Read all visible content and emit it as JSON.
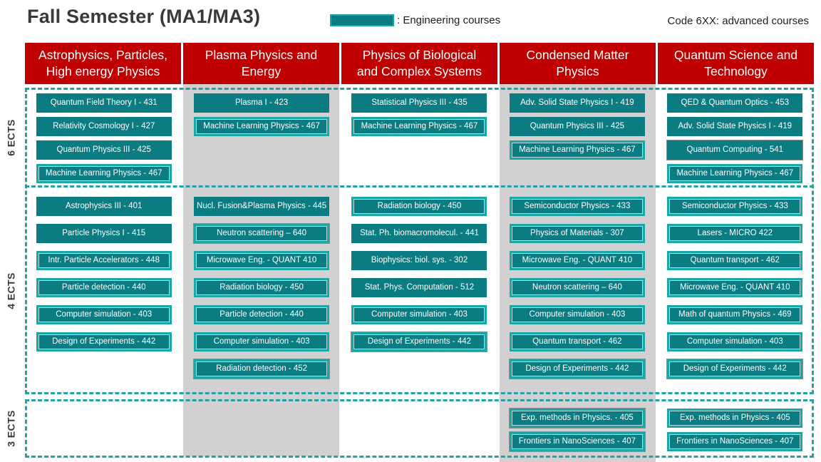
{
  "title": "Fall Semester (MA1/MA3)",
  "legend": {
    "label": ": Engineering courses",
    "swatch_meaning": "Engineering courses",
    "swatch_color": "#0B7C82"
  },
  "code_note": "Code 6XX: advanced courses",
  "columns": [
    {
      "header": "Astrophysics, Particles, High energy Physics"
    },
    {
      "header": "Plasma Physics and Energy"
    },
    {
      "header": "Physics of Biological and Complex Systems"
    },
    {
      "header": "Condensed Matter Physics"
    },
    {
      "header": "Quantum Science and Technology"
    }
  ],
  "bands": [
    {
      "label": "6 ECTS",
      "columns": [
        [
          {
            "label": "Quantum Field Theory I - 431",
            "cls": "plain"
          },
          {
            "label": "Relativity Cosmology I - 427",
            "cls": "plain"
          },
          {
            "label": "Quantum Physics III - 425",
            "cls": "plain"
          },
          {
            "label": "Machine Learning Physics - 467",
            "cls": "eng"
          }
        ],
        [
          {
            "label": "Plasma I - 423",
            "cls": "plain"
          },
          {
            "label": "Machine Learning Physics - 467",
            "cls": "eng"
          }
        ],
        [
          {
            "label": "Statistical Physics III - 435",
            "cls": "plain"
          },
          {
            "label": "Machine Learning Physics - 467",
            "cls": "eng"
          }
        ],
        [
          {
            "label": "Adv. Solid State Physics I - 419",
            "cls": "plain"
          },
          {
            "label": "Quantum Physics III - 425",
            "cls": "plain"
          },
          {
            "label": "Machine Learning Physics - 467",
            "cls": "eng"
          }
        ],
        [
          {
            "label": "QED & Quantum Optics - 453",
            "cls": "plain"
          },
          {
            "label": "Adv. Solid State Physics I - 419",
            "cls": "plain"
          },
          {
            "label": "Quantum Computing - 541",
            "cls": "plain outer"
          },
          {
            "label": "Machine Learning Physics - 467",
            "cls": "eng"
          }
        ]
      ]
    },
    {
      "label": "4 ECTS",
      "columns": [
        [
          {
            "label": "Astrophysics III - 401",
            "cls": "plain"
          },
          {
            "label": "Particle Physics I - 415",
            "cls": "plain"
          },
          {
            "label": "Intr. Particle Accelerators - 448",
            "cls": "eng"
          },
          {
            "label": "Particle detection - 440",
            "cls": "eng"
          },
          {
            "label": "Computer simulation - 403",
            "cls": "eng"
          },
          {
            "label": "Design of Experiments - 442",
            "cls": "eng"
          }
        ],
        [
          {
            "label": "Nucl. Fusion&Plasma Physics - 445",
            "cls": "plain"
          },
          {
            "label": "Neutron scattering – 640",
            "cls": "eng outer"
          },
          {
            "label": "Microwave Eng. - QUANT 410",
            "cls": "eng"
          },
          {
            "label": "Radiation biology - 450",
            "cls": "eng"
          },
          {
            "label": "Particle detection - 440",
            "cls": "eng"
          },
          {
            "label": "Computer simulation - 403",
            "cls": "eng"
          },
          {
            "label": "Radiation detection - 452",
            "cls": "eng outer"
          }
        ],
        [
          {
            "label": "Radiation biology - 450",
            "cls": "eng"
          },
          {
            "label": "Stat. Ph. biomacromolecul. - 441",
            "cls": "plain"
          },
          {
            "label": "Biophysics: biol. sys. - 302",
            "cls": "plain"
          },
          {
            "label": "Stat. Phys. Computation - 512",
            "cls": "plain"
          },
          {
            "label": "Computer simulation - 403",
            "cls": "eng"
          },
          {
            "label": "Design of Experiments - 442",
            "cls": "eng outer"
          }
        ],
        [
          {
            "label": "Semiconductor Physics - 433",
            "cls": "eng"
          },
          {
            "label": "Physics of Materials - 307",
            "cls": "eng"
          },
          {
            "label": "Microwave Eng. - QUANT 410",
            "cls": "eng"
          },
          {
            "label": "Neutron scattering – 640",
            "cls": "eng"
          },
          {
            "label": "Computer simulation - 403",
            "cls": "eng"
          },
          {
            "label": "Quantum transport - 462",
            "cls": "eng"
          },
          {
            "label": "Design of Experiments - 442",
            "cls": "eng outer"
          }
        ],
        [
          {
            "label": "Semiconductor Physics - 433",
            "cls": "eng"
          },
          {
            "label": "Lasers - MICRO 422",
            "cls": "eng"
          },
          {
            "label": "Quantum transport - 462",
            "cls": "eng"
          },
          {
            "label": "Microwave Eng. - QUANT 410",
            "cls": "eng"
          },
          {
            "label": "Math of quantum Physics - 469",
            "cls": "eng"
          },
          {
            "label": "Computer simulation - 403",
            "cls": "eng"
          },
          {
            "label": "Design of Experiments - 442",
            "cls": "eng outer"
          }
        ]
      ]
    },
    {
      "label": "3 ECTS",
      "columns": [
        [],
        [],
        [],
        [
          {
            "label": "Exp. methods in Physics. - 405",
            "cls": "eng outer"
          },
          {
            "label": "Frontiers in NanoSciences - 407",
            "cls": "eng outer"
          }
        ],
        [
          {
            "label": "Exp. methods in Physics - 405",
            "cls": "eng"
          },
          {
            "label": "Frontiers in NanoSciences - 407",
            "cls": "eng"
          }
        ]
      ]
    }
  ],
  "colors": {
    "red": "#C00000",
    "teal": "#0B7C82",
    "tealBorder": "#1CA7A7",
    "dash": "#25A3A3",
    "grayBand": "#D2D0D0",
    "outline": "#8C8C8C",
    "text": "#3B3838"
  }
}
